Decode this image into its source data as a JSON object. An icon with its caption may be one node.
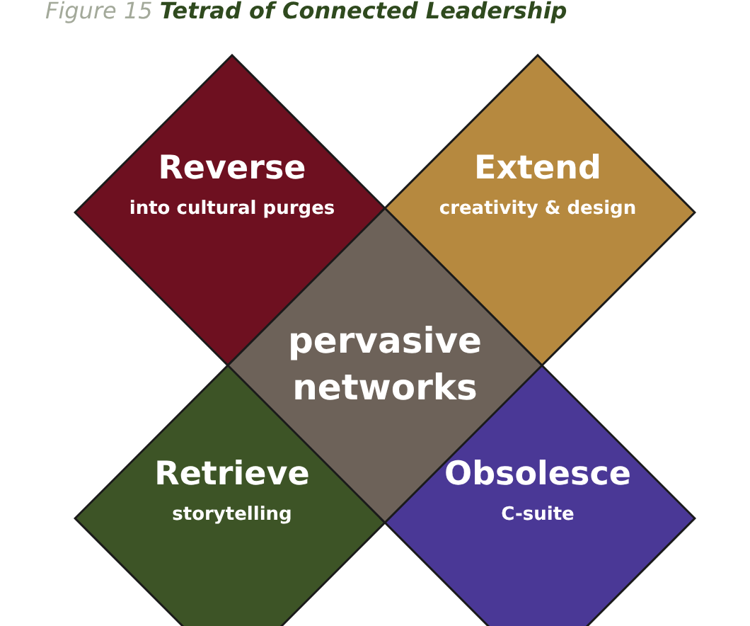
{
  "diagram": {
    "title": "Figure 15 **Tetrad of Connected Leadership**",
    "nodes": [
      {
        "text": [
          "Reverse",
          "into cultural purges"
        ]
      },
      {
        "text": [
          "Extend",
          "creativity & design"
        ]
      },
      {
        "text": [
          "pervasive networks"
        ]
      },
      {
        "text": [
          "Retrieve",
          "storytelling"
        ]
      },
      {
        "text": [
          "Obsolesce",
          "C-suite"
        ]
      }
    ]
  }
}
